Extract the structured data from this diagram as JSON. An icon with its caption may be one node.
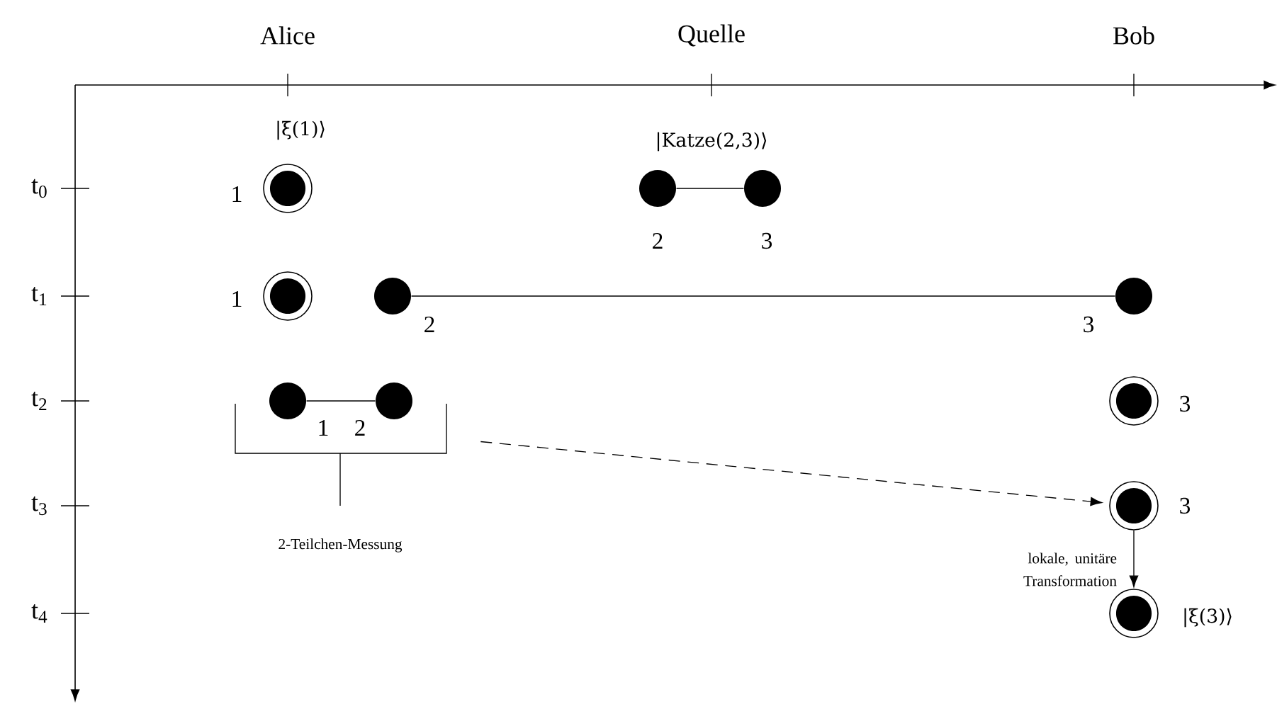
{
  "diagram": {
    "nodes": [
      {
        "text": [],
        "shape": "circle",
        "beside": [
          "|ξ(1)⟩",
          "1"
        ]
      },
      {
        "text": [],
        "shape": "circle",
        "beside": [
          "2"
        ]
      },
      {
        "text": [],
        "shape": "circle",
        "beside": [
          "3"
        ]
      },
      {
        "text": [],
        "shape": "circle",
        "beside": [
          "1"
        ]
      },
      {
        "text": [],
        "shape": "circle",
        "beside": [
          "2"
        ]
      },
      {
        "text": [],
        "shape": "circle",
        "beside": [
          "3"
        ]
      },
      {
        "text": [],
        "shape": "circle",
        "beside": [
          "1"
        ]
      },
      {
        "text": [],
        "shape": "circle",
        "beside": [
          "2"
        ]
      },
      {
        "text": [],
        "shape": "circle",
        "beside": [
          "3"
        ]
      },
      {
        "text": [
          "2-Teilchen-Messung"
        ]
      },
      {
        "text": [],
        "shape": "circle",
        "beside": [
          "3"
        ]
      },
      {
        "text": [],
        "shape": "circle",
        "beside": [
          "|ξ(3)⟩"
        ]
      }
    ],
    "edges": [
      {
        "from": 1,
        "to": 2,
        "arrow": "none"
      },
      {
        "from": 4,
        "to": 5,
        "arrow": "none"
      },
      {
        "from": 6,
        "to": 7,
        "arrow": "none"
      },
      {
        "from": 9,
        "to": 10,
        "arrow": "to",
        "style": "dashed"
      },
      {
        "from": 10,
        "to": 11,
        "arrow": "to",
        "label": "lokale, unitäre Transformation"
      }
    ],
    "labels": [
      "Alice",
      "Quelle",
      "Bob",
      "t$_{0}$",
      "|Katze(2,3)⟩",
      "t$_{1}$",
      "t$_{2}$",
      "t$_{3}$",
      "t$_{4}$"
    ]
  }
}
